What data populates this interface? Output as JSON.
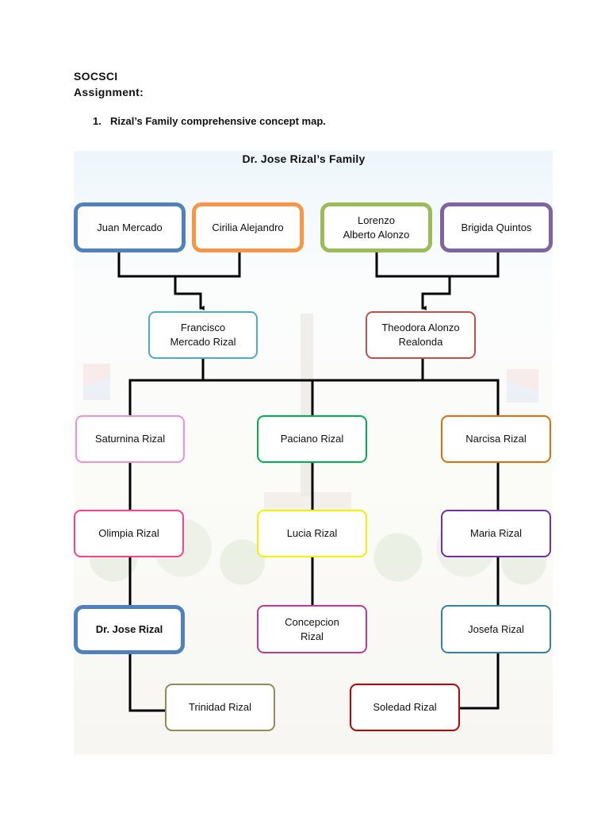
{
  "header": {
    "course": "SOCSCI",
    "assignment": "Assignment:",
    "task_number": "1.",
    "task_text": "Rizal’s Family comprehensive concept map."
  },
  "map": {
    "title": "Dr. Jose Rizal’s Family",
    "nodes": {
      "juan": "Juan Mercado",
      "cirilia": "Cirilia Alejandro",
      "lorenzo": "Lorenzo\nAlberto Alonzo",
      "brigida": "Brigida Quintos",
      "francisco": "Francisco\nMercado  Rizal",
      "theodora": "Theodora Alonzo\nRealonda",
      "saturnina": "Saturnina Rizal",
      "paciano": "Paciano Rizal",
      "narcisa": "Narcisa Rizal",
      "olimpia": "Olimpia Rizal",
      "lucia": "Lucia Rizal",
      "maria": "Maria Rizal",
      "jose": "Dr. Jose Rizal",
      "concepcion": "Concepcion\nRizal",
      "josefa": "Josefa Rizal",
      "trinidad": "Trinidad Rizal",
      "soledad": "Soledad Rizal"
    },
    "colors": {
      "connector": "#000000",
      "juan": "#4f81bd",
      "cirilia": "#f79646",
      "lorenzo": "#9bbb59",
      "brigida": "#8064a2",
      "francisco": "#4bacc6",
      "theodora": "#c0504d",
      "saturnina": "#f28fd3",
      "paciano": "#00b050",
      "narcisa": "#e36c0a",
      "olimpia": "#ff3f8c",
      "lucia": "#f2f200",
      "maria": "#7030a0",
      "jose": "#4f81bd",
      "concepcion": "#c0398e",
      "josefa": "#31859b",
      "trinidad": "#948a54",
      "soledad": "#c00000"
    }
  }
}
